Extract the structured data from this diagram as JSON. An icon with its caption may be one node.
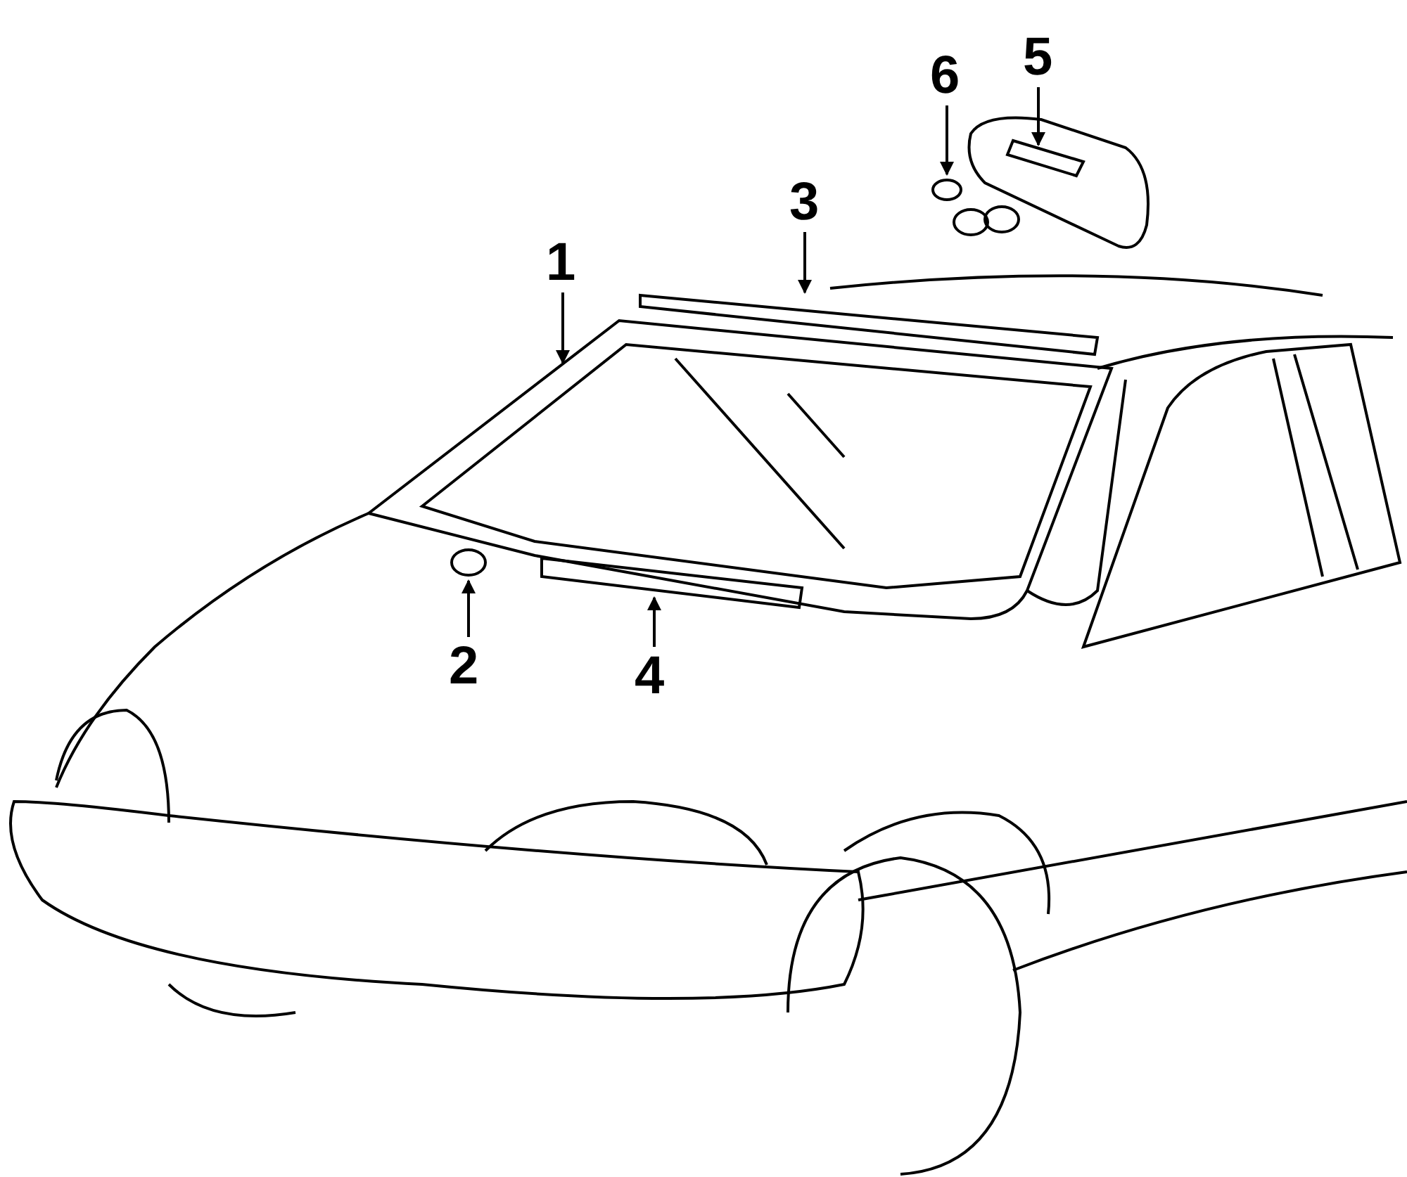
{
  "diagram": {
    "nodes": [
      {
        "text": [
          "1"
        ]
      },
      {
        "text": [
          "2"
        ]
      },
      {
        "text": [
          "3"
        ]
      },
      {
        "text": [
          "4"
        ]
      },
      {
        "text": [
          "5"
        ]
      },
      {
        "text": [
          "6"
        ]
      }
    ],
    "edges": [
      {
        "from": 0,
        "to": null,
        "arrow": "to"
      },
      {
        "from": 1,
        "to": null,
        "arrow": "to"
      },
      {
        "from": 2,
        "to": null,
        "arrow": "to"
      },
      {
        "from": 3,
        "to": null,
        "arrow": "to"
      },
      {
        "from": 4,
        "to": null,
        "arrow": "to"
      },
      {
        "from": 5,
        "to": null,
        "arrow": "to"
      }
    ]
  }
}
